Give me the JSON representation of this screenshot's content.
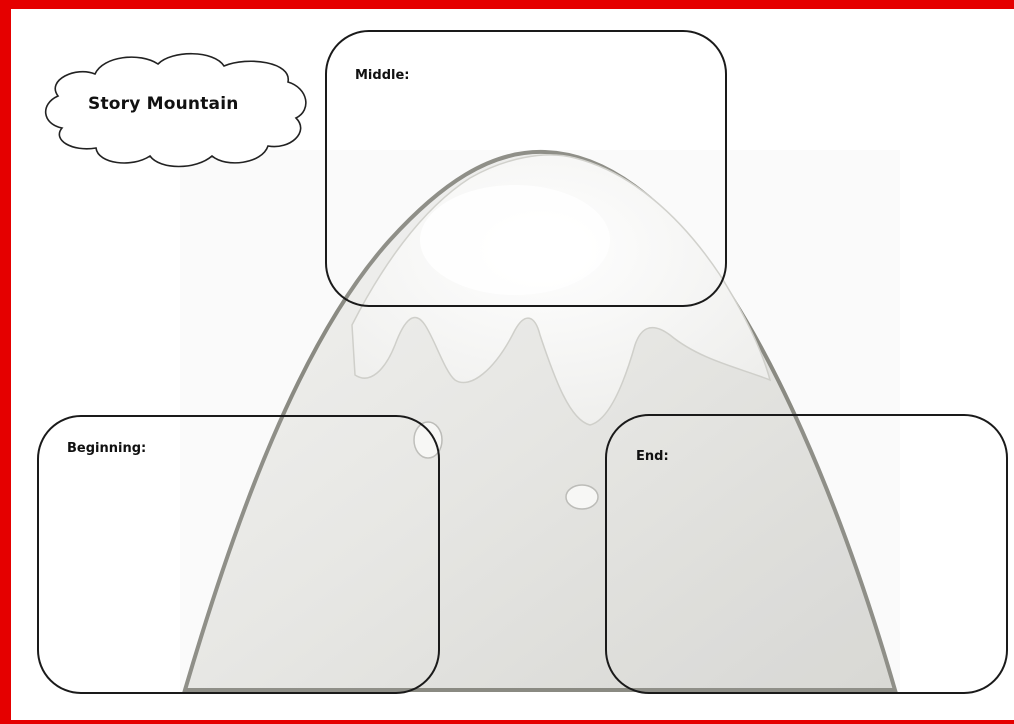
{
  "worksheet": {
    "title": "Story Mountain",
    "panels": {
      "middle": "Middle:",
      "beginning": "Beginning:",
      "end": "End:"
    },
    "colors": {
      "frame": "#e50000",
      "outline": "#1a1a1a",
      "mountain_outline": "#8a8a82"
    }
  }
}
